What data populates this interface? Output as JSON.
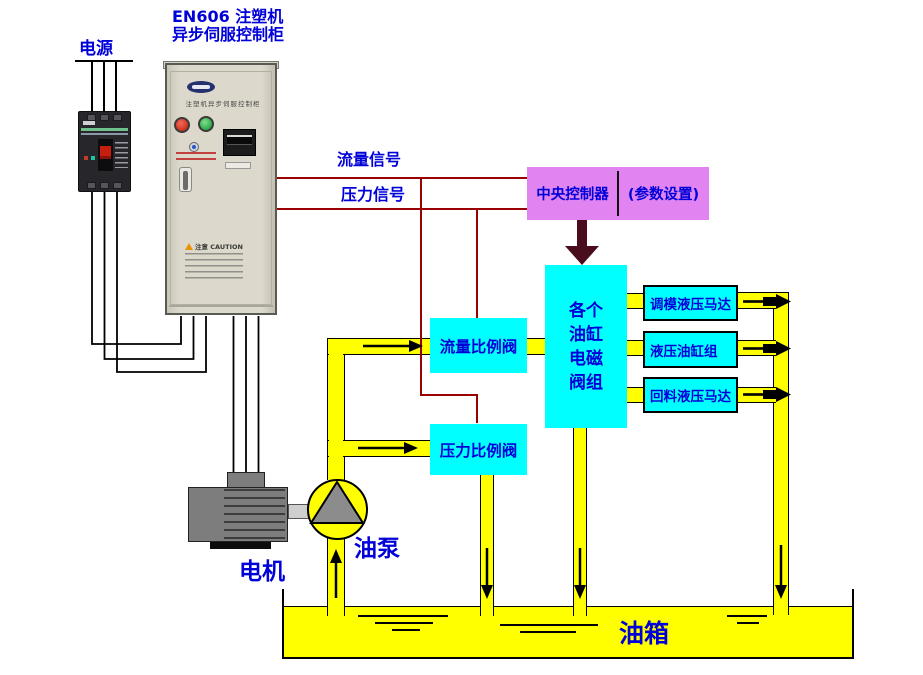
{
  "colors": {
    "cyan": "#00ffff",
    "pipe-yellow": "#ffff00",
    "violet": "#e183f0",
    "signal-red": "#990000",
    "arrow-maroon": "#4a0d1e",
    "text-blue": "#0000d9"
  },
  "header": {
    "title_line1": "EN606 注塑机",
    "title_line2": "异步伺服控制柜",
    "power_label": "电源"
  },
  "cabinet": {
    "panel_title": "注塑机异步伺服控制柜",
    "caution_label": "注意 CAUTION"
  },
  "signals": {
    "flow_label": "流量信号",
    "pressure_label": "压力信号"
  },
  "controller": {
    "name": "中央控制器",
    "param_label": "(参数设置)"
  },
  "valves": {
    "flow": "流量比例阀",
    "pressure": "压力比例阀"
  },
  "manifold": {
    "lines": [
      "各个",
      "油缸",
      "电磁",
      "阀组"
    ]
  },
  "actuators": [
    {
      "label": "调模液压马达"
    },
    {
      "label": "液压油缸组"
    },
    {
      "label": "回料液压马达"
    }
  ],
  "pump_label": "油泵",
  "motor_label": "电机",
  "tank_label": "油箱"
}
